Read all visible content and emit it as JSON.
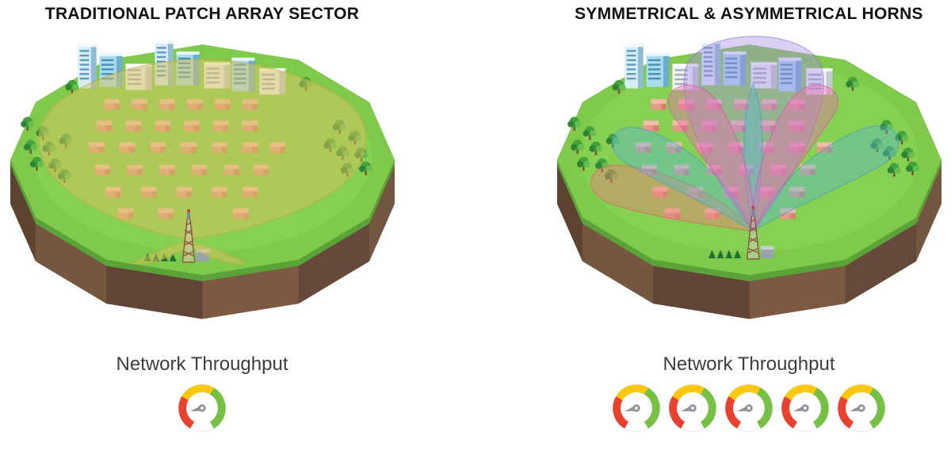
{
  "panels": {
    "left": {
      "title": "TRADITIONAL PATCH ARRAY SECTOR",
      "throughput_label": "Network Throughput",
      "gauge_count": 1,
      "beam_color": "#d8c15e"
    },
    "right": {
      "title": "SYMMETRICAL & ASYMMETRICAL HORNS",
      "throughput_label": "Network Throughput",
      "gauge_count": 5,
      "beam_colors": {
        "purple": "#aa8ce2",
        "pink": "#ee6cb4",
        "blue": "#58b7d8",
        "salmon": "#e8837a"
      }
    }
  },
  "gauge": {
    "red_color": "#e8412f",
    "yellow_color": "#fdc70c",
    "green_color": "#76c043",
    "needle_color": "#8f9296"
  }
}
